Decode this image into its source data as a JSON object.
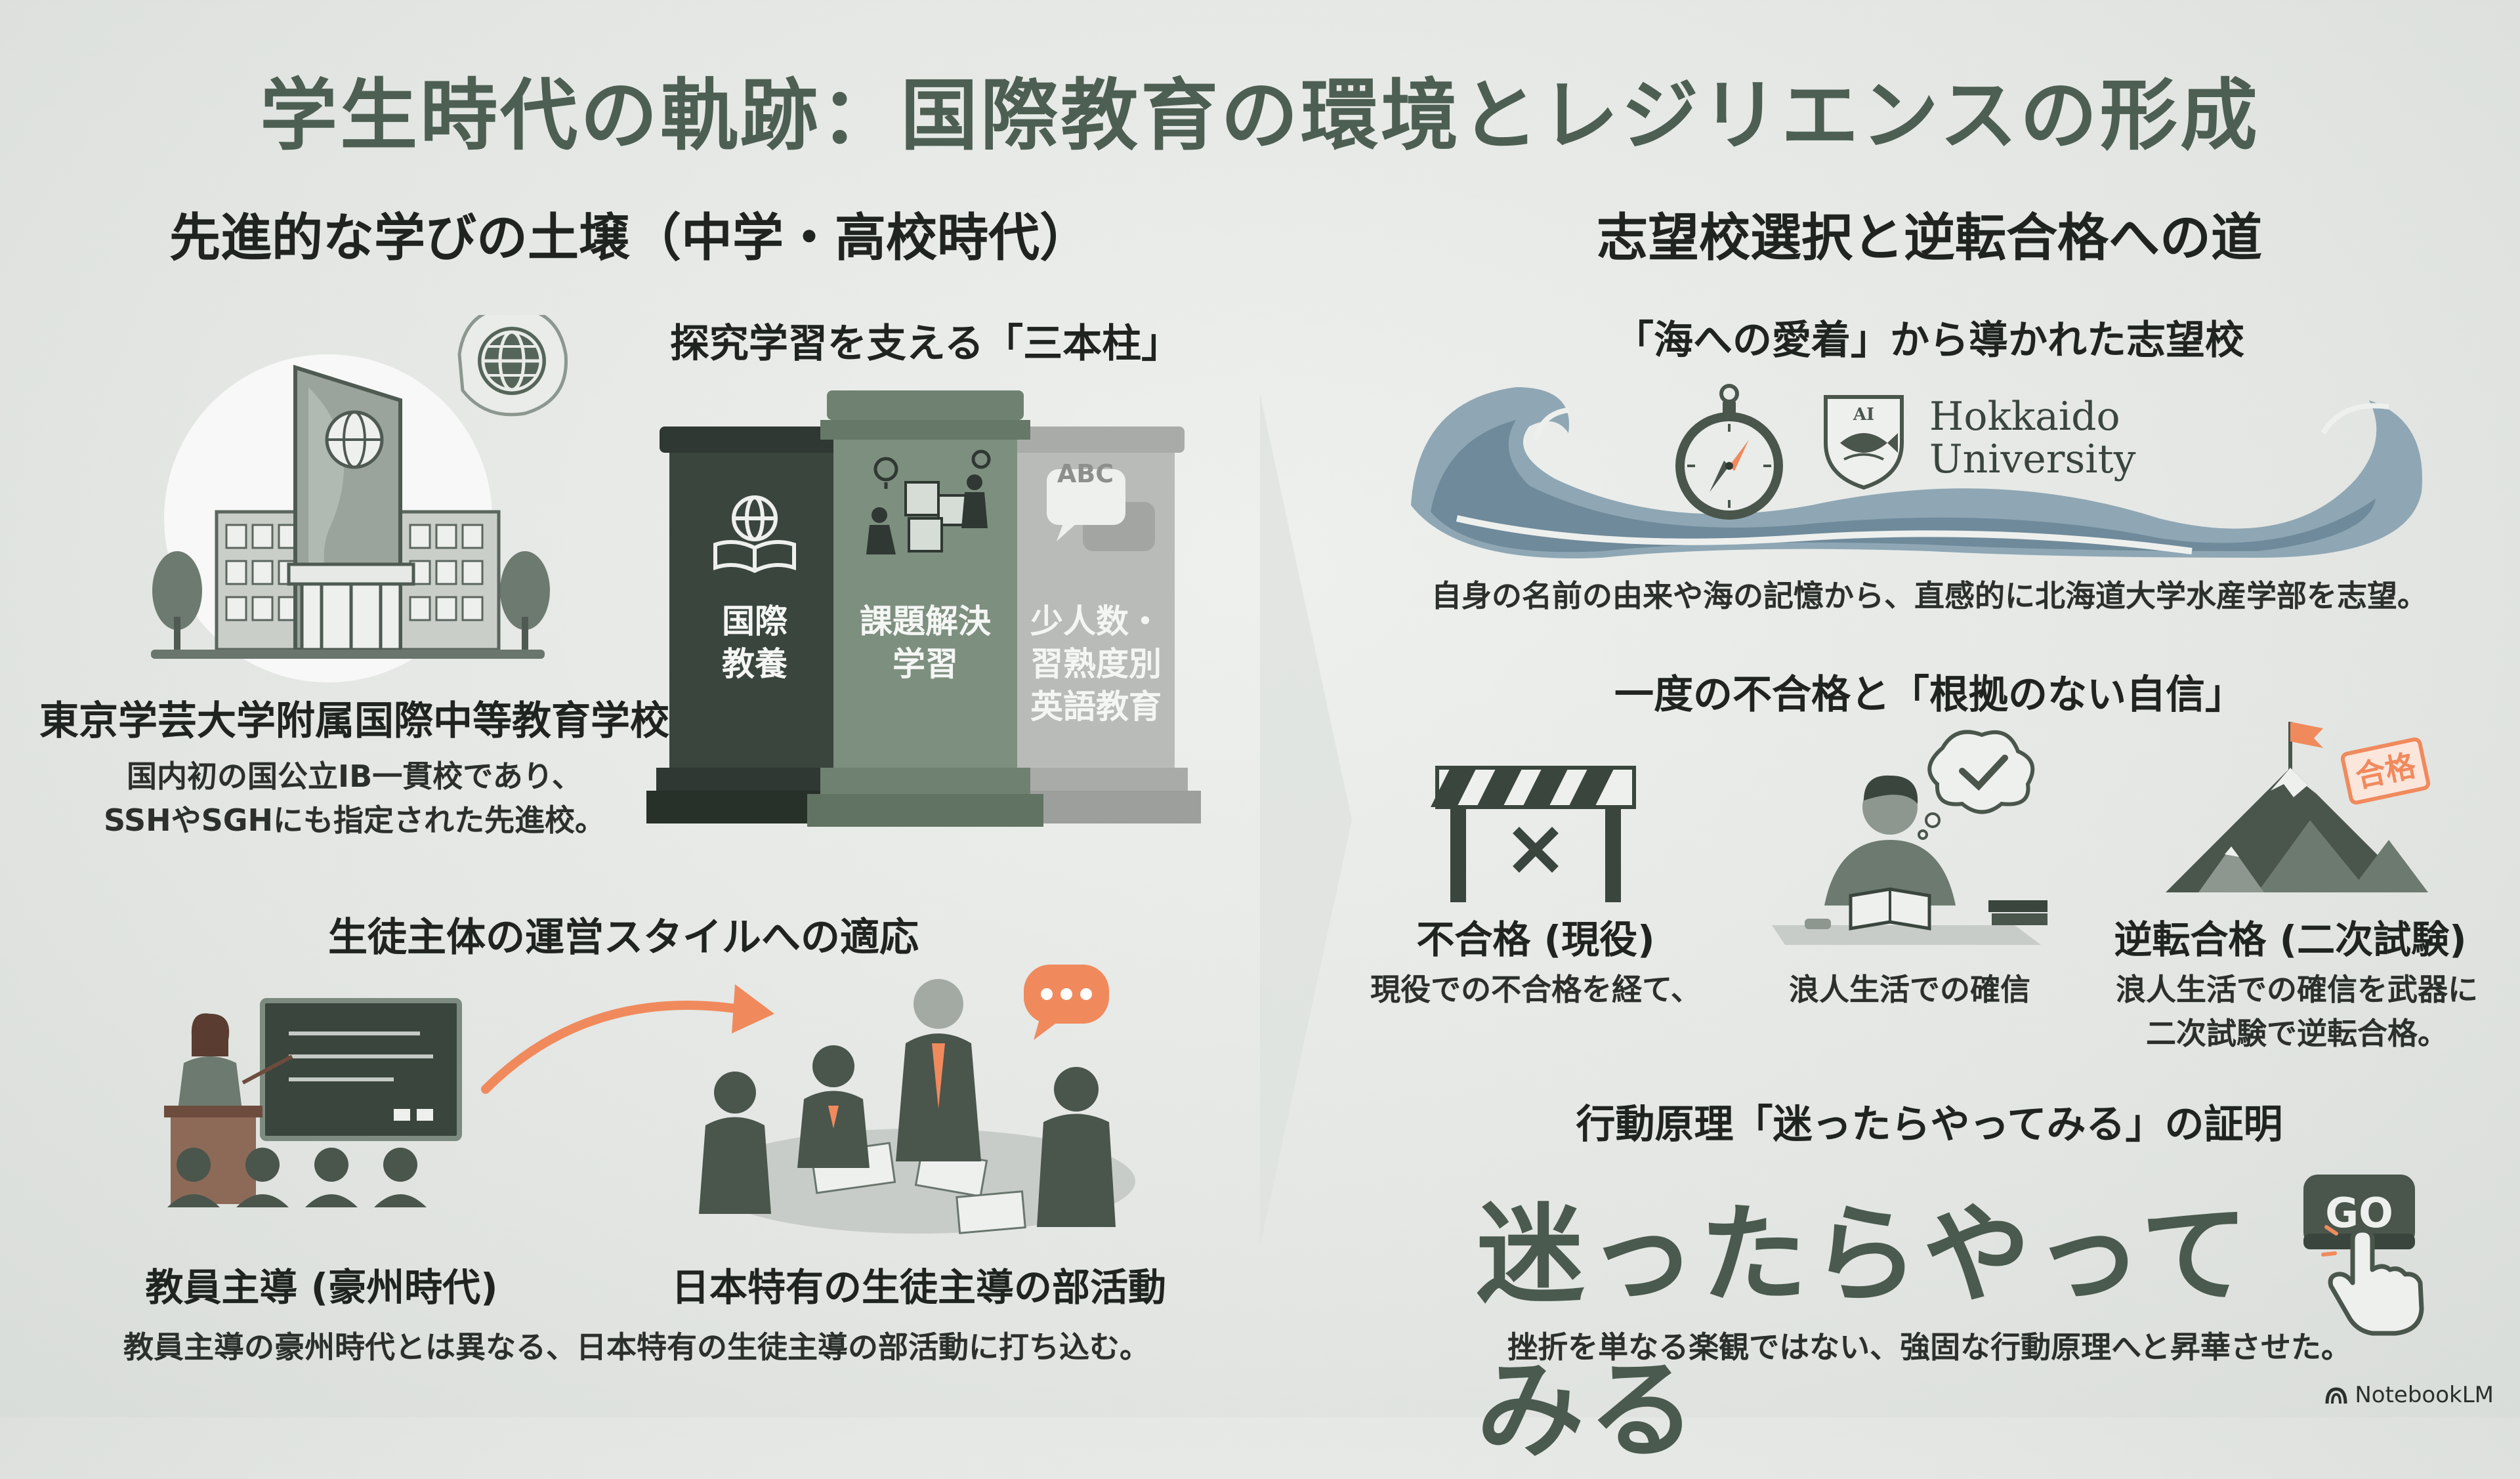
{
  "title": "学生時代の軌跡：国際教育の環境とレジリエンスの形成",
  "left": {
    "heading": "先進的な学びの土壌（中学・高校時代）",
    "school": {
      "name": "東京学芸大学附属国際中等教育学校",
      "desc_line1": "国内初の国公立IB一貫校であり、",
      "desc_line2": "SSHやSGHにも指定された先進校。"
    },
    "pillars": {
      "heading": "探究学習を支える「三本柱」",
      "items": [
        {
          "line1": "国際",
          "line2": "教養",
          "color": "#3a453d"
        },
        {
          "line1": "課題解決",
          "line2": "学習",
          "color": "#7d8f7f"
        },
        {
          "line1": "少人数・",
          "line2": "習熟度別",
          "line3": "英語教育",
          "color": "#b9bbb9"
        }
      ],
      "icon_abc": "ABC"
    },
    "adapt": {
      "heading": "生徒主体の運営スタイルへの適応",
      "label_left": "教員主導 (豪州時代)",
      "label_right": "日本特有の生徒主導の部活動",
      "summary": "教員主導の豪州時代とは異なる、日本特有の生徒主導の部活動に打ち込む。"
    }
  },
  "right": {
    "heading": "志望校選択と逆転合格への道",
    "sea": {
      "heading": "「海への愛着」から導かれた志望校",
      "logo_line1": "Hokkaido",
      "logo_line2": "University",
      "logo_mark": "AI",
      "desc": "自身の名前の由来や海の記憶から、直感的に北海道大学水産学部を志望。"
    },
    "confidence": {
      "heading": "一度の不合格と「根拠のない自信」",
      "steps": [
        {
          "label": "不合格 (現役)",
          "desc1": "現役での不合格を経て、",
          "desc2": ""
        },
        {
          "label": "",
          "desc1": "浪人生活での確信",
          "desc2": ""
        },
        {
          "label": "逆転合格 (二次試験)",
          "desc1": "浪人生活での確信を武器に",
          "desc2": "二次試験で逆転合格。"
        }
      ],
      "stamp": "合格"
    },
    "principle": {
      "heading": "行動原理「迷ったらやってみる」の証明",
      "big_text": "迷ったらやってみる",
      "go_label": "GO",
      "desc": "挫折を単なる楽観ではない、強固な行動原理へと昇華させた。"
    }
  },
  "footer": {
    "brand": "NotebookLM"
  },
  "colors": {
    "dark_green": "#3a453d",
    "sage": "#7d8f7f",
    "light_gray": "#b9bbb9",
    "accent_orange": "#f08a5d",
    "wave_blue": "#6f8a9a"
  }
}
